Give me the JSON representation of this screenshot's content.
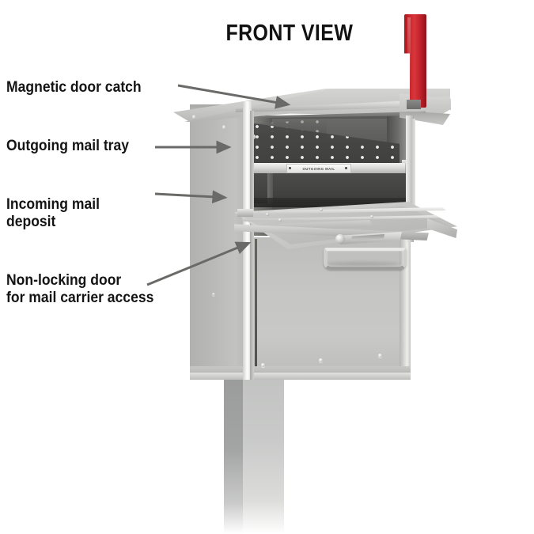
{
  "diagram": {
    "title": "FRONT VIEW",
    "subject": "mailbox",
    "callouts": [
      {
        "id": "magnetic-door-catch",
        "text": "Magnetic door catch"
      },
      {
        "id": "outgoing-mail-tray",
        "text": "Outgoing mail tray"
      },
      {
        "id": "incoming-mail-deposit",
        "text": "Incoming mail\ndeposit"
      },
      {
        "id": "non-locking-door",
        "text": "Non-locking door\nfor mail carrier access"
      }
    ],
    "part_labels": {
      "tray_plaque": "OUTGOING MAIL"
    },
    "colors": {
      "flag_red": "#c9252b",
      "body_gray": "#c2c2c0",
      "interior_dark": "#4a4a48",
      "label_text": "#141414",
      "background": "#ffffff"
    }
  }
}
